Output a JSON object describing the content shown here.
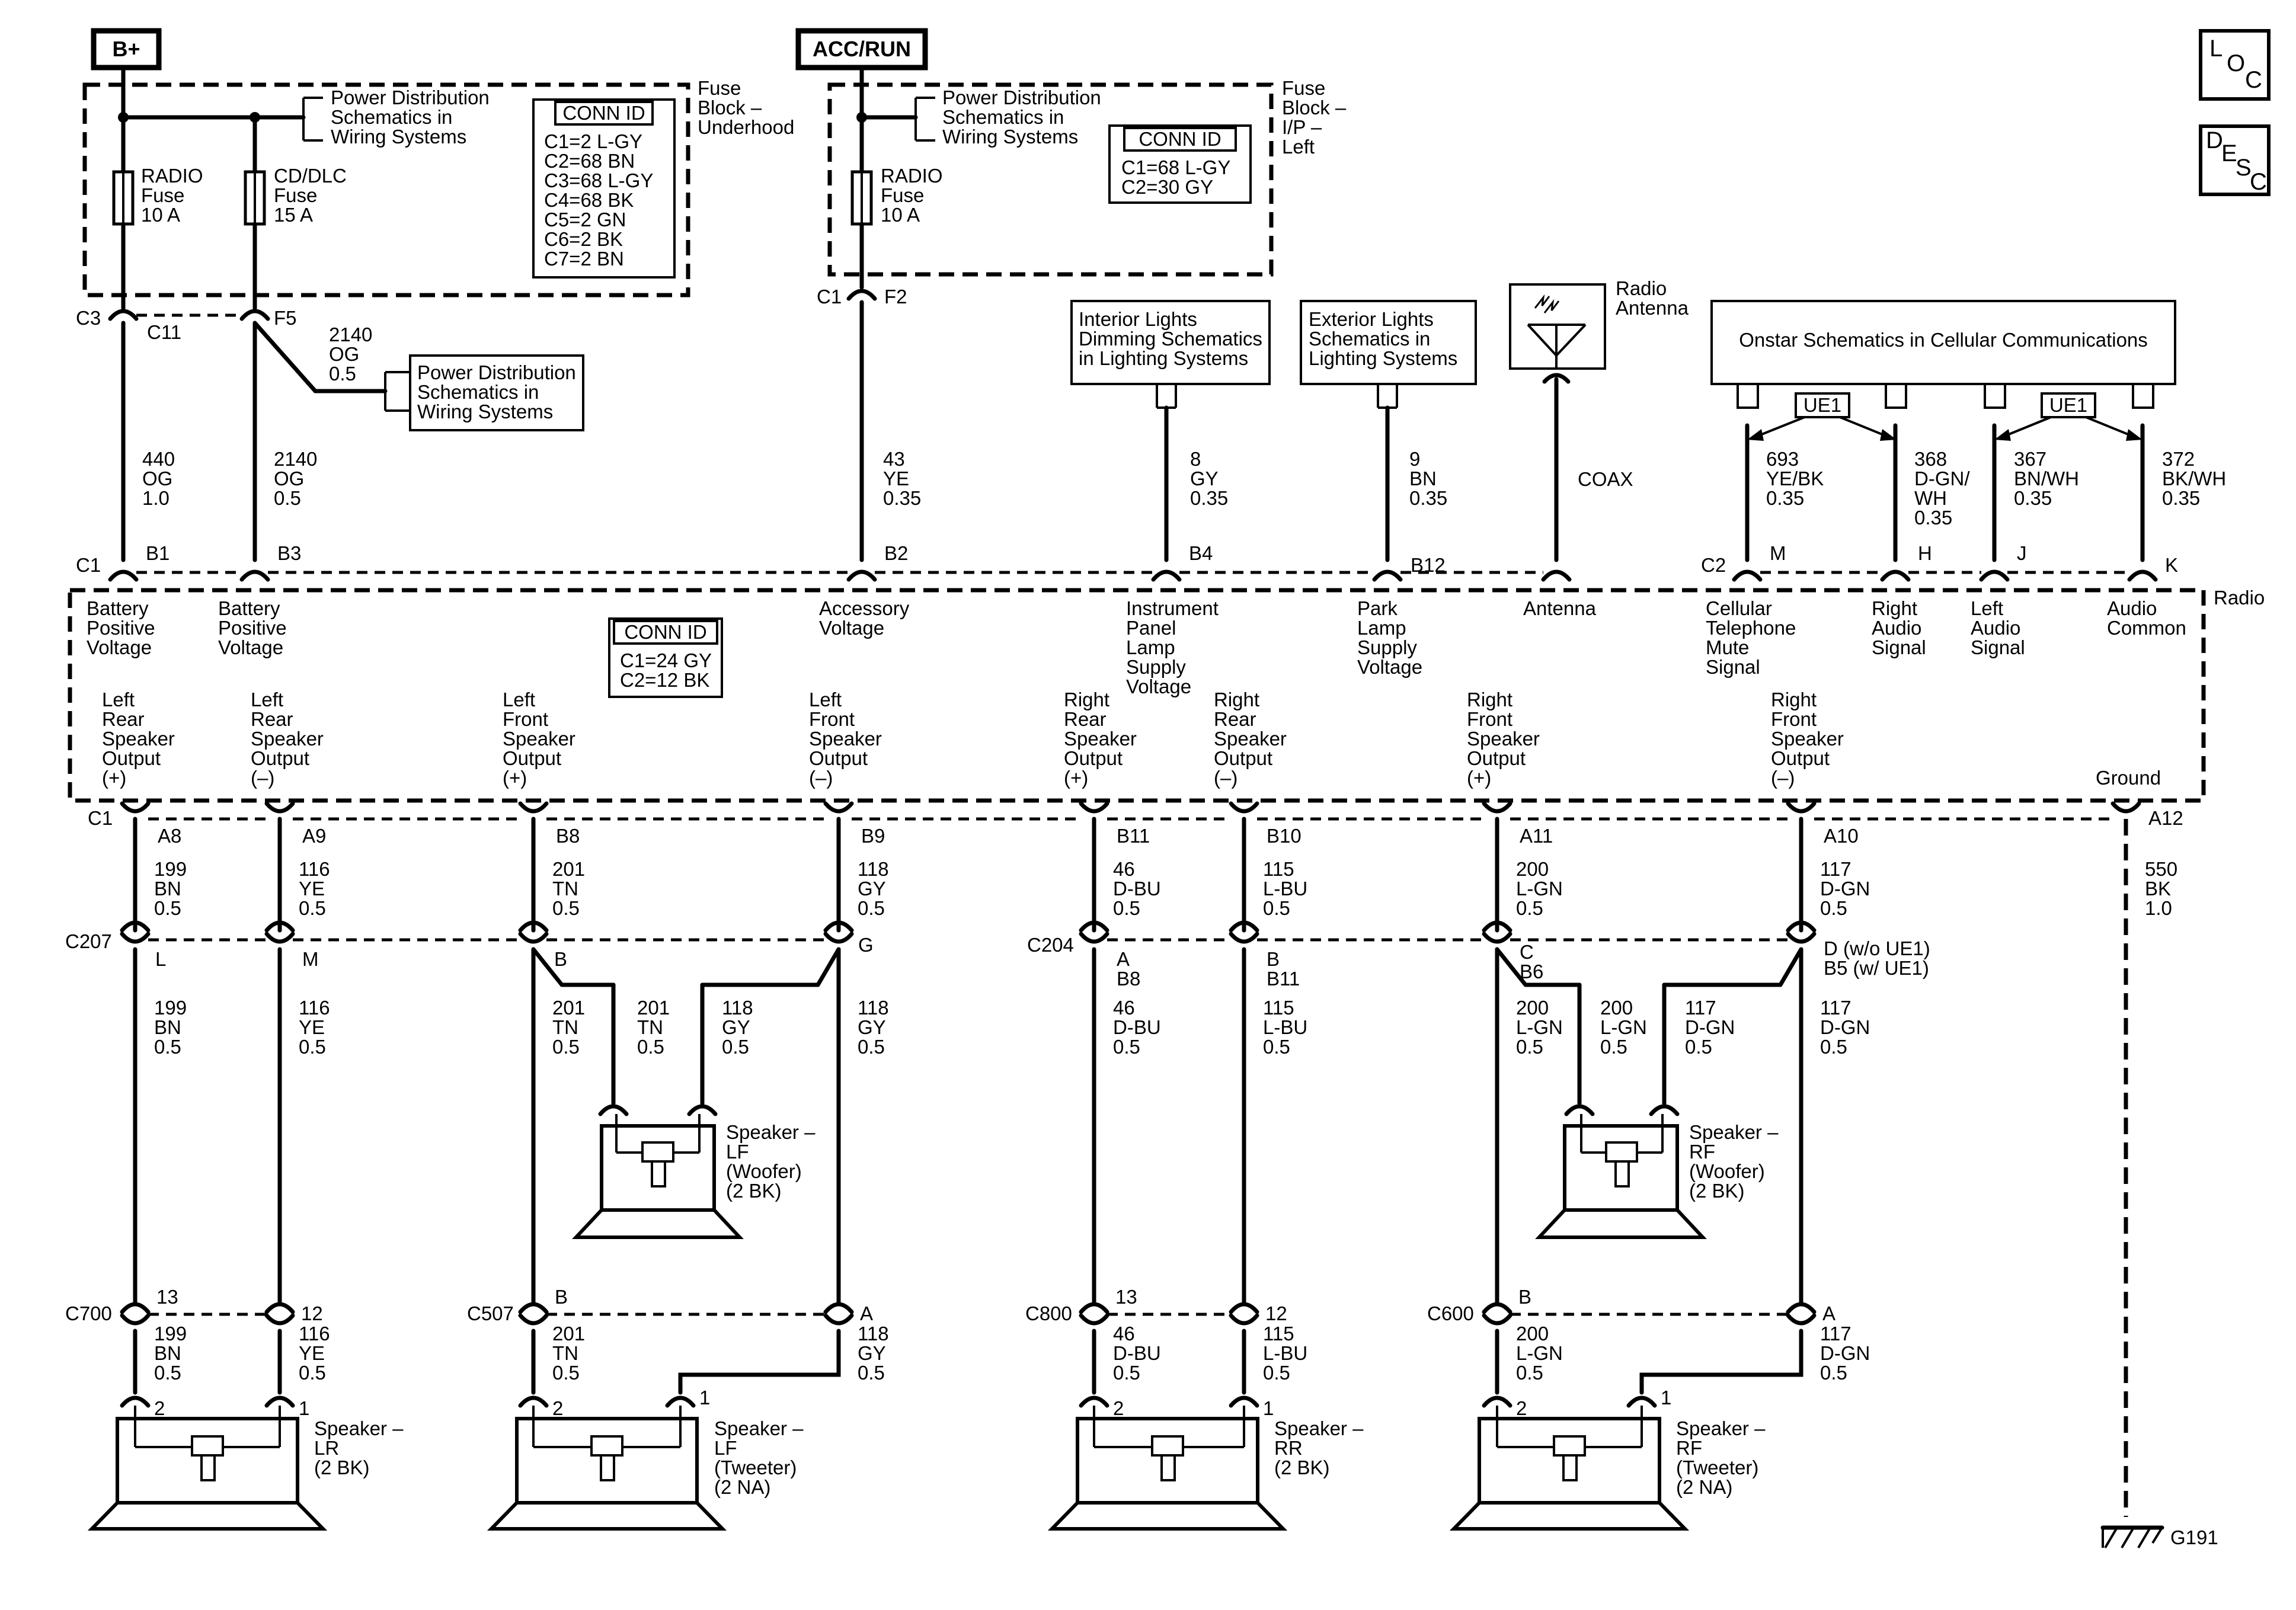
{
  "headers": {
    "b_plus": "B+",
    "acc_run": "ACC/RUN"
  },
  "symbols": {
    "loc": [
      "L",
      "O",
      "C"
    ],
    "desc": [
      "D",
      "E",
      "S",
      "C"
    ]
  },
  "fuse_block_underhood": {
    "title": [
      "Fuse",
      "Block –",
      "Underhood"
    ],
    "power_ref": [
      "Power Distribution",
      "Schematics in",
      "Wiring Systems"
    ],
    "radio_fuse": [
      "RADIO",
      "Fuse",
      "10 A"
    ],
    "cd_fuse": [
      "CD/DLC",
      "Fuse",
      "15 A"
    ],
    "conn_id_title": "CONN ID",
    "conn_id_rows": [
      "C1=2 L-GY",
      "C2=68 BN",
      "C3=68 L-GY",
      "C4=68 BK",
      "C5=2 GN",
      "C6=2 BK",
      "C7=2 BN"
    ]
  },
  "fuse_block_ip": {
    "title": [
      "Fuse",
      "Block –",
      "I/P –",
      "Left"
    ],
    "power_ref": [
      "Power Distribution",
      "Schematics in",
      "Wiring Systems"
    ],
    "radio_fuse": [
      "RADIO",
      "Fuse",
      "10 A"
    ],
    "conn_id_title": "CONN ID",
    "conn_id_rows": [
      "C1=68 L-GY",
      "C2=30 GY"
    ]
  },
  "splice_power_ref": [
    "Power Distribution",
    "Schematics in",
    "Wiring Systems"
  ],
  "ref_boxes": {
    "interior": [
      "Interior Lights",
      "Dimming Schematics",
      "in Lighting Systems"
    ],
    "exterior": [
      "Exterior Lights",
      "Schematics in",
      "Lighting Systems"
    ],
    "onstar": "Onstar Schematics in Cellular Communications"
  },
  "antenna": {
    "label": [
      "Radio",
      "Antenna"
    ],
    "coax": "COAX"
  },
  "option_tag": "UE1",
  "upper_connectors": {
    "c3": "C3",
    "c11": "C11",
    "f5": "F5",
    "c1": "C1",
    "f2": "F2",
    "radio_c1": "C1",
    "b1": "B1",
    "b3": "B3",
    "b2": "B2",
    "b4": "B4",
    "b12": "B12",
    "radio_c2": "C2",
    "m": "M",
    "h": "H",
    "j": "J",
    "k": "K"
  },
  "upper_wires": {
    "w2140_splice": [
      "2140",
      "OG",
      "0.5"
    ],
    "w440": [
      "440",
      "OG",
      "1.0"
    ],
    "w2140": [
      "2140",
      "OG",
      "0.5"
    ],
    "w43": [
      "43",
      "YE",
      "0.35"
    ],
    "w8": [
      "8",
      "GY",
      "0.35"
    ],
    "w9": [
      "9",
      "BN",
      "0.35"
    ],
    "w693": [
      "693",
      "YE/BK",
      "0.35"
    ],
    "w368": [
      "368",
      "D-GN/",
      "WH",
      "0.35"
    ],
    "w367": [
      "367",
      "BN/WH",
      "0.35"
    ],
    "w372": [
      "372",
      "BK/WH",
      "0.35"
    ]
  },
  "radio": {
    "label": "Radio",
    "conn_id_title": "CONN ID",
    "conn_id_rows": [
      "C1=24 GY",
      "C2=12 BK"
    ],
    "top_labels": {
      "batt1": [
        "Battery",
        "Positive",
        "Voltage"
      ],
      "batt2": [
        "Battery",
        "Positive",
        "Voltage"
      ],
      "acc": [
        "Accessory",
        "Voltage"
      ],
      "ip": [
        "Instrument",
        "Panel",
        "Lamp",
        "Supply",
        "Voltage"
      ],
      "park": [
        "Park",
        "Lamp",
        "Supply",
        "Voltage"
      ],
      "antenna": "Antenna",
      "cell": [
        "Cellular",
        "Telephone",
        "Mute",
        "Signal"
      ],
      "rsig": [
        "Right",
        "Audio",
        "Signal"
      ],
      "lsig": [
        "Left",
        "Audio",
        "Signal"
      ],
      "common": [
        "Audio",
        "Common"
      ]
    },
    "outputs": {
      "lr_pos": [
        "Left",
        "Rear",
        "Speaker",
        "Output",
        "(+)"
      ],
      "lr_neg": [
        "Left",
        "Rear",
        "Speaker",
        "Output",
        "(–)"
      ],
      "lf_pos": [
        "Left",
        "Front",
        "Speaker",
        "Output",
        "(+)"
      ],
      "lf_neg": [
        "Left",
        "Front",
        "Speaker",
        "Output",
        "(–)"
      ],
      "rr_pos": [
        "Right",
        "Rear",
        "Speaker",
        "Output",
        "(+)"
      ],
      "rr_neg": [
        "Right",
        "Rear",
        "Speaker",
        "Output",
        "(–)"
      ],
      "rf_pos": [
        "Right",
        "Front",
        "Speaker",
        "Output",
        "(+)"
      ],
      "rf_neg": [
        "Right",
        "Front",
        "Speaker",
        "Output",
        "(–)"
      ],
      "ground": "Ground"
    }
  },
  "lower_connectors": {
    "c1": "C1",
    "a8": "A8",
    "a9": "A9",
    "b8": "B8",
    "b9": "B9",
    "b11": "B11",
    "b10": "B10",
    "a11": "A11",
    "a10": "A10",
    "a12": "A12",
    "c207": "C207",
    "l": "L",
    "m": "M",
    "b": "B",
    "g": "G",
    "c204": "C204",
    "a_b8": [
      "A",
      "B8"
    ],
    "b_b11": [
      "B",
      "B11"
    ],
    "c_b6": [
      "C",
      "B6"
    ],
    "d": [
      "D (w/o UE1)",
      "B5 (w/ UE1)"
    ],
    "c700": "C700",
    "c700_13": "13",
    "c700_12": "12",
    "c507": "C507",
    "c507_b": "B",
    "c507_a": "A",
    "c800": "C800",
    "c800_13": "13",
    "c800_12": "12",
    "c600": "C600",
    "c600_b": "B",
    "c600_a": "A",
    "pin2_lr": "2",
    "pin1_lr": "1",
    "pin2_lf": "2",
    "pin1_lf": "1",
    "pin2_rr": "2",
    "pin1_rr": "1",
    "pin2_rf": "2",
    "pin1_rf": "1"
  },
  "lower_wires": {
    "w199a": [
      "199",
      "BN",
      "0.5"
    ],
    "w116a": [
      "116",
      "YE",
      "0.5"
    ],
    "w201a": [
      "201",
      "TN",
      "0.5"
    ],
    "w118a": [
      "118",
      "GY",
      "0.5"
    ],
    "w46a": [
      "46",
      "D-BU",
      "0.5"
    ],
    "w115a": [
      "115",
      "L-BU",
      "0.5"
    ],
    "w200a": [
      "200",
      "L-GN",
      "0.5"
    ],
    "w117a": [
      "117",
      "D-GN",
      "0.5"
    ],
    "w550": [
      "550",
      "BK",
      "1.0"
    ],
    "w199b": [
      "199",
      "BN",
      "0.5"
    ],
    "w116b": [
      "116",
      "YE",
      "0.5"
    ],
    "w201b": [
      "201",
      "TN",
      "0.5"
    ],
    "w201c": [
      "201",
      "TN",
      "0.5"
    ],
    "w118c": [
      "118",
      "GY",
      "0.5"
    ],
    "w118b": [
      "118",
      "GY",
      "0.5"
    ],
    "w46b": [
      "46",
      "D-BU",
      "0.5"
    ],
    "w115b": [
      "115",
      "L-BU",
      "0.5"
    ],
    "w200b": [
      "200",
      "L-GN",
      "0.5"
    ],
    "w200c": [
      "200",
      "L-GN",
      "0.5"
    ],
    "w117c": [
      "117",
      "D-GN",
      "0.5"
    ],
    "w117b": [
      "117",
      "D-GN",
      "0.5"
    ],
    "w199c": [
      "199",
      "BN",
      "0.5"
    ],
    "w116c": [
      "116",
      "YE",
      "0.5"
    ],
    "w201d": [
      "201",
      "TN",
      "0.5"
    ],
    "w118d": [
      "118",
      "GY",
      "0.5"
    ],
    "w46c": [
      "46",
      "D-BU",
      "0.5"
    ],
    "w115c": [
      "115",
      "L-BU",
      "0.5"
    ],
    "w200d": [
      "200",
      "L-GN",
      "0.5"
    ],
    "w117d": [
      "117",
      "D-GN",
      "0.5"
    ]
  },
  "speakers": {
    "lf_woofer": [
      "Speaker –",
      "LF",
      "(Woofer)",
      "(2 BK)"
    ],
    "rf_woofer": [
      "Speaker –",
      "RF",
      "(Woofer)",
      "(2 BK)"
    ],
    "lr": [
      "Speaker –",
      "LR",
      "(2 BK)"
    ],
    "lf_tweeter": [
      "Speaker –",
      "LF",
      "(Tweeter)",
      "(2 NA)"
    ],
    "rr": [
      "Speaker –",
      "RR",
      "(2 BK)"
    ],
    "rf_tweeter": [
      "Speaker –",
      "RF",
      "(Tweeter)",
      "(2 NA)"
    ]
  },
  "ground_label": "G191"
}
